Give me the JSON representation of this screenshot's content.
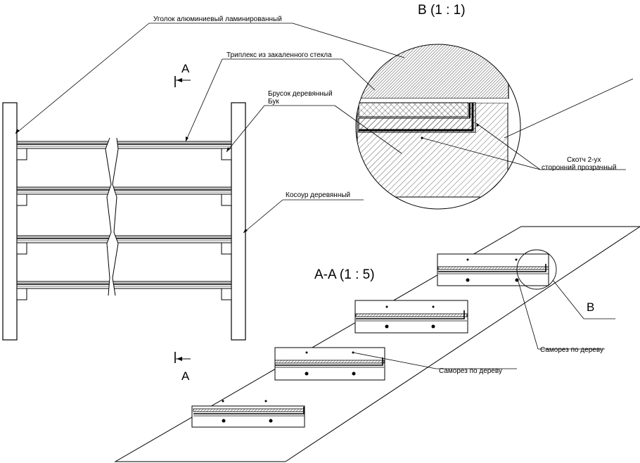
{
  "labels": {
    "ugolok": "Уголок алюминиевый ламинированный",
    "triplex": "Триплекс из закаленного стекла",
    "brusok_1": "Брусок деревянный",
    "brusok_2": "Бук",
    "kosour": "Косоур деревянный",
    "scotch_1": "Скотч 2-ух",
    "scotch_2": "сторонний прозрачный",
    "samorez_1": "Саморез по дереву",
    "samorez_2": "Саморез по дереву"
  },
  "views": {
    "detail_title": "B (1 : 1)",
    "section_title": "A-A (1 : 5)",
    "section_mark_top": "A",
    "section_mark_bottom": "A",
    "detail_mark": "B"
  }
}
